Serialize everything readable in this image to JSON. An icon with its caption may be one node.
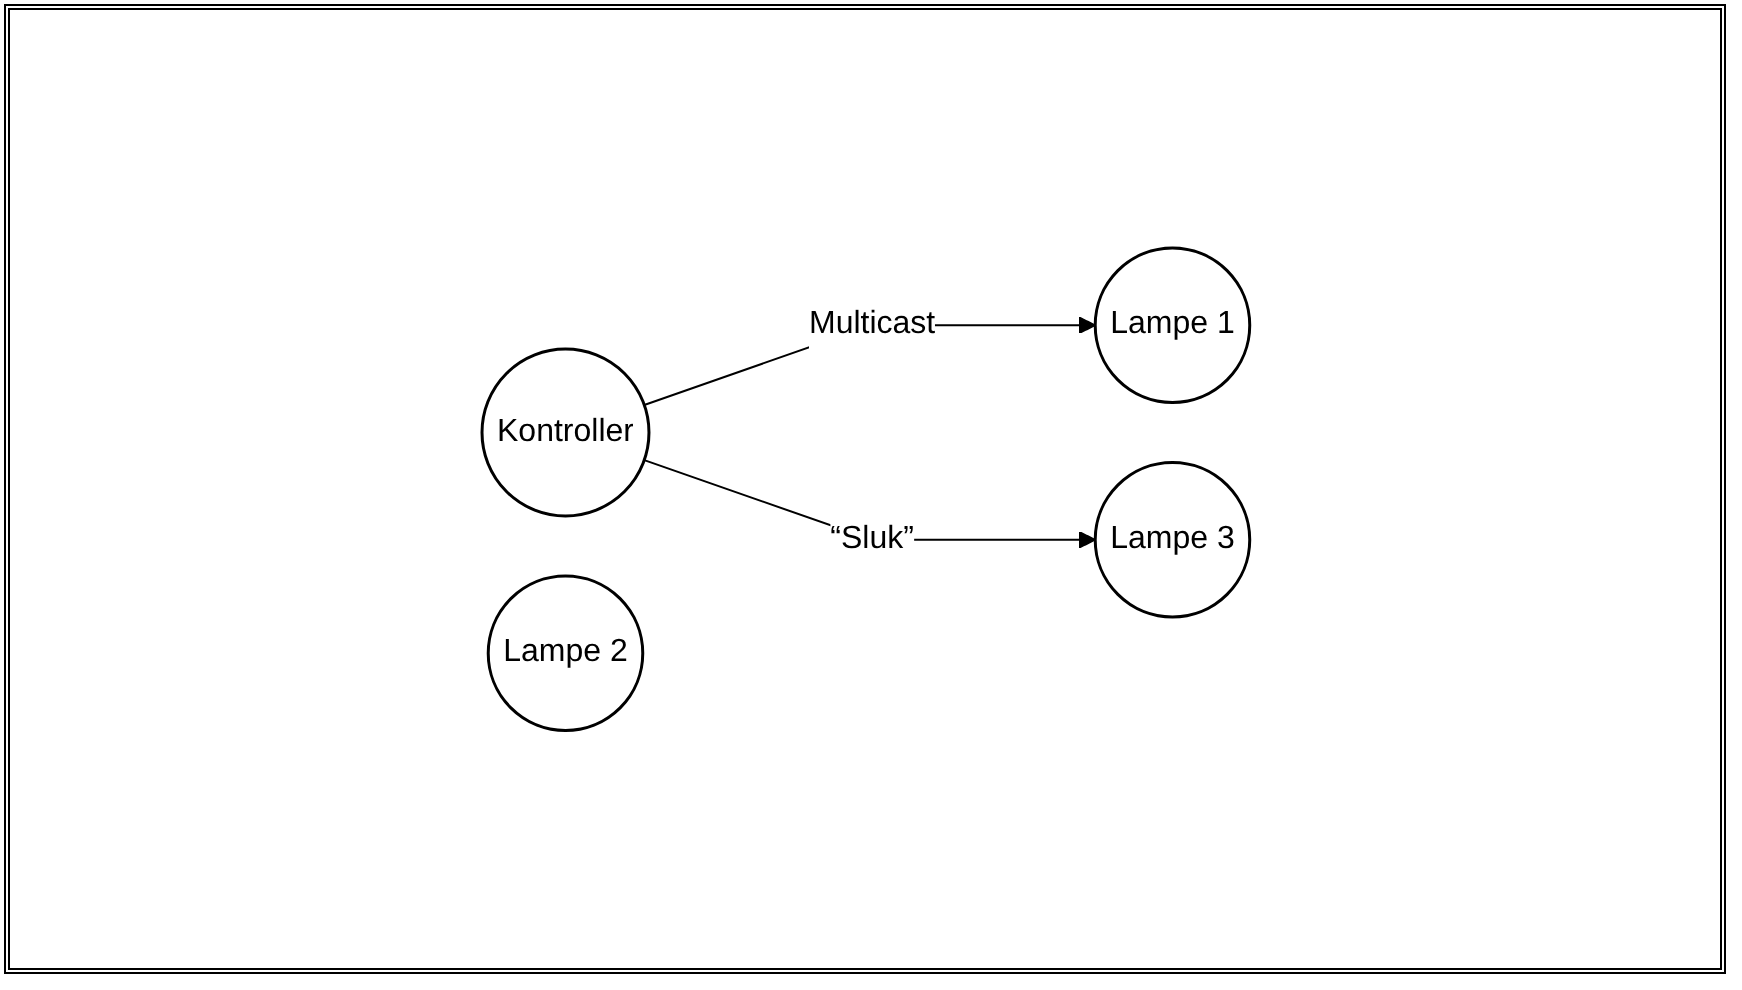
{
  "diagram": {
    "nodes": [
      {
        "text": [
          "Kontroller"
        ]
      },
      {
        "text": [
          "Lampe 1"
        ]
      },
      {
        "text": [
          "Lampe 2"
        ]
      },
      {
        "text": [
          "Lampe 3"
        ]
      }
    ],
    "edges": [
      {
        "from": 0,
        "to": 1,
        "arrow": "to",
        "label": "Multicast"
      },
      {
        "from": 0,
        "to": 3,
        "arrow": "to",
        "label": "“Sluk”"
      }
    ]
  }
}
